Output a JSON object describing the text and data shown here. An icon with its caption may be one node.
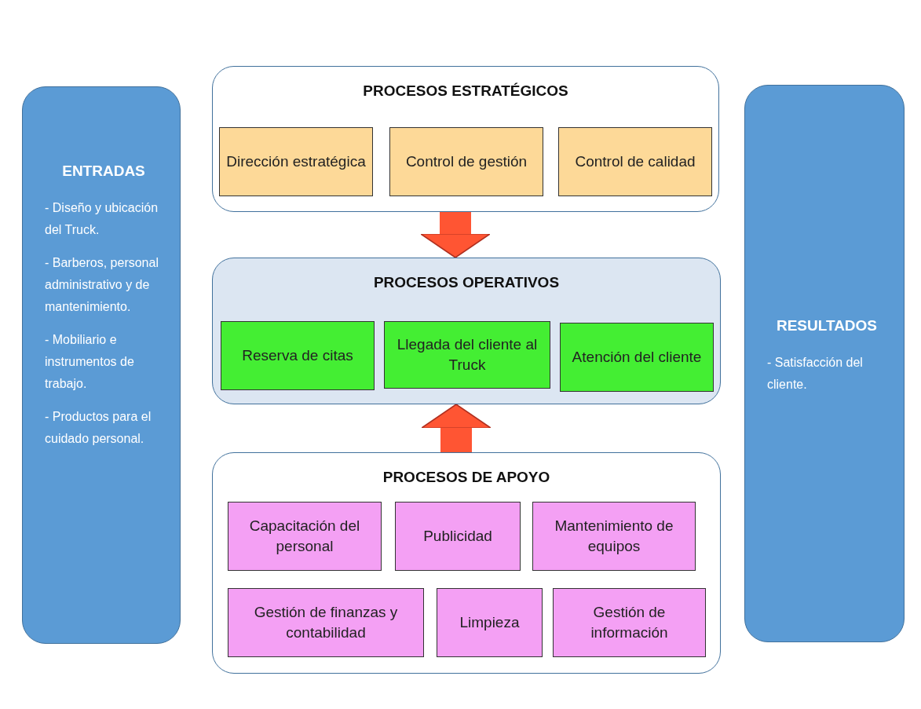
{
  "diagram": {
    "nodes": [
      {
        "text": [
          "ENTRADAS",
          "- Diseño y ubicación del Truck.",
          "- Barberos, personal administrativo y de mantenimiento.",
          "- Mobiliario e instrumentos de trabajo.",
          "- Productos para el cuidado personal."
        ]
      },
      {
        "text": [
          "PROCESOS ESTRATÉGICOS"
        ]
      },
      {
        "text": [
          "Dirección estratégica"
        ],
        "in": 1
      },
      {
        "text": [
          "Control de gestión"
        ],
        "in": 1
      },
      {
        "text": [
          "Control de calidad"
        ],
        "in": 1
      },
      {
        "text": [
          "PROCESOS OPERATIVOS"
        ]
      },
      {
        "text": [
          "Reserva de citas"
        ],
        "in": 5
      },
      {
        "text": [
          "Llegada del cliente al Truck"
        ],
        "in": 5
      },
      {
        "text": [
          "Atención del cliente"
        ],
        "in": 5
      },
      {
        "text": [
          "PROCESOS DE APOYO"
        ]
      },
      {
        "text": [
          "Capacitación del personal"
        ],
        "in": 9
      },
      {
        "text": [
          "Publicidad"
        ],
        "in": 9
      },
      {
        "text": [
          "Mantenimiento de equipos"
        ],
        "in": 9
      },
      {
        "text": [
          "Gestión de finanzas y contabilidad"
        ],
        "in": 9
      },
      {
        "text": [
          "Limpieza"
        ],
        "in": 9
      },
      {
        "text": [
          "Gestión de información"
        ],
        "in": 9
      },
      {
        "text": [
          "RESULTADOS",
          "- Satisfacción del cliente."
        ]
      }
    ],
    "edges": [
      {
        "from": 1,
        "to": 5,
        "arrow": "to",
        "color": "#ff5533"
      },
      {
        "from": 9,
        "to": 5,
        "arrow": "to",
        "color": "#ff5533"
      }
    ]
  }
}
